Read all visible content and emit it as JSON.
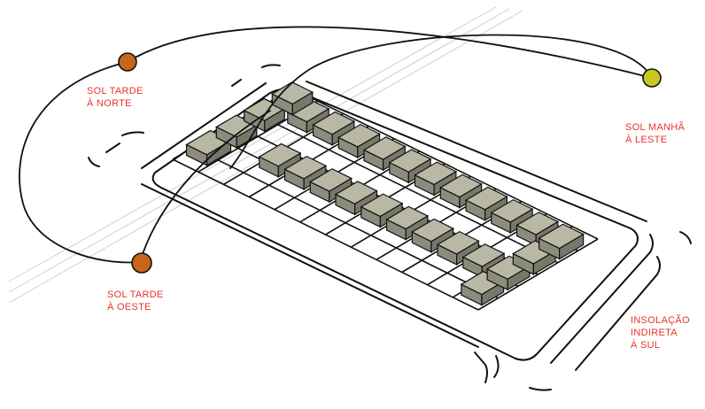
{
  "labels": {
    "north": [
      "SOL TARDE",
      "À NORTE"
    ],
    "east": [
      "SOL MANHÃ",
      "À LESTE"
    ],
    "west": [
      "SOL TARDE",
      "À OESTE"
    ],
    "south": [
      "INSOLAÇÃO",
      "INDIRETA",
      "À SUL"
    ]
  },
  "sun_markers": [
    {
      "id": "sun-north",
      "name": "sol-tarde-norte",
      "color": "#c8651a"
    },
    {
      "id": "sun-east",
      "name": "sol-manha-leste",
      "color": "#c8c81e"
    },
    {
      "id": "sun-west",
      "name": "sol-tarde-oeste",
      "color": "#c8651a"
    }
  ],
  "colors": {
    "label_text": "#e8342c",
    "block_top": "#b9b8a5",
    "block_side": "#77776a",
    "block_front": "#8c8c7e",
    "line": "#111111"
  },
  "grid": {
    "columns": 12,
    "rows": 6
  }
}
